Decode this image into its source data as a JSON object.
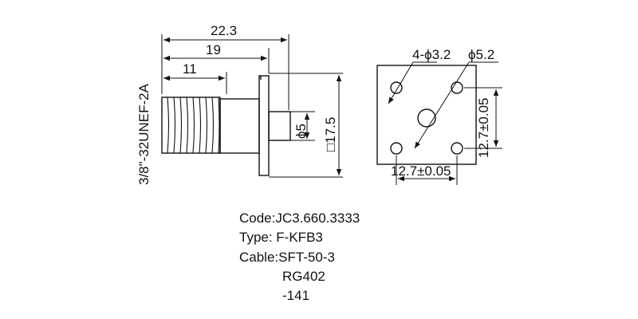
{
  "dimensions": {
    "overall_length": "22.3",
    "flange_to_thread": "19",
    "thread_length": "11",
    "thread_spec": "3/8\"-32UNEF-2A",
    "pin_diameter": "ϕ5",
    "flange_square": "□17.5",
    "hole_pattern": "4-ϕ3.2",
    "center_diameter": "ϕ5.2",
    "horizontal_spacing": "12.7±0.05",
    "vertical_spacing": "12.7±0.05"
  },
  "specs": {
    "code": "Code:JC3.660.3333",
    "type": "Type: F-KFB3",
    "cable_label": "Cable:SFT-50-3",
    "cable_line2": "RG402",
    "cable_line3": "-141"
  },
  "colors": {
    "line": "#111111",
    "background": "#ffffff"
  }
}
